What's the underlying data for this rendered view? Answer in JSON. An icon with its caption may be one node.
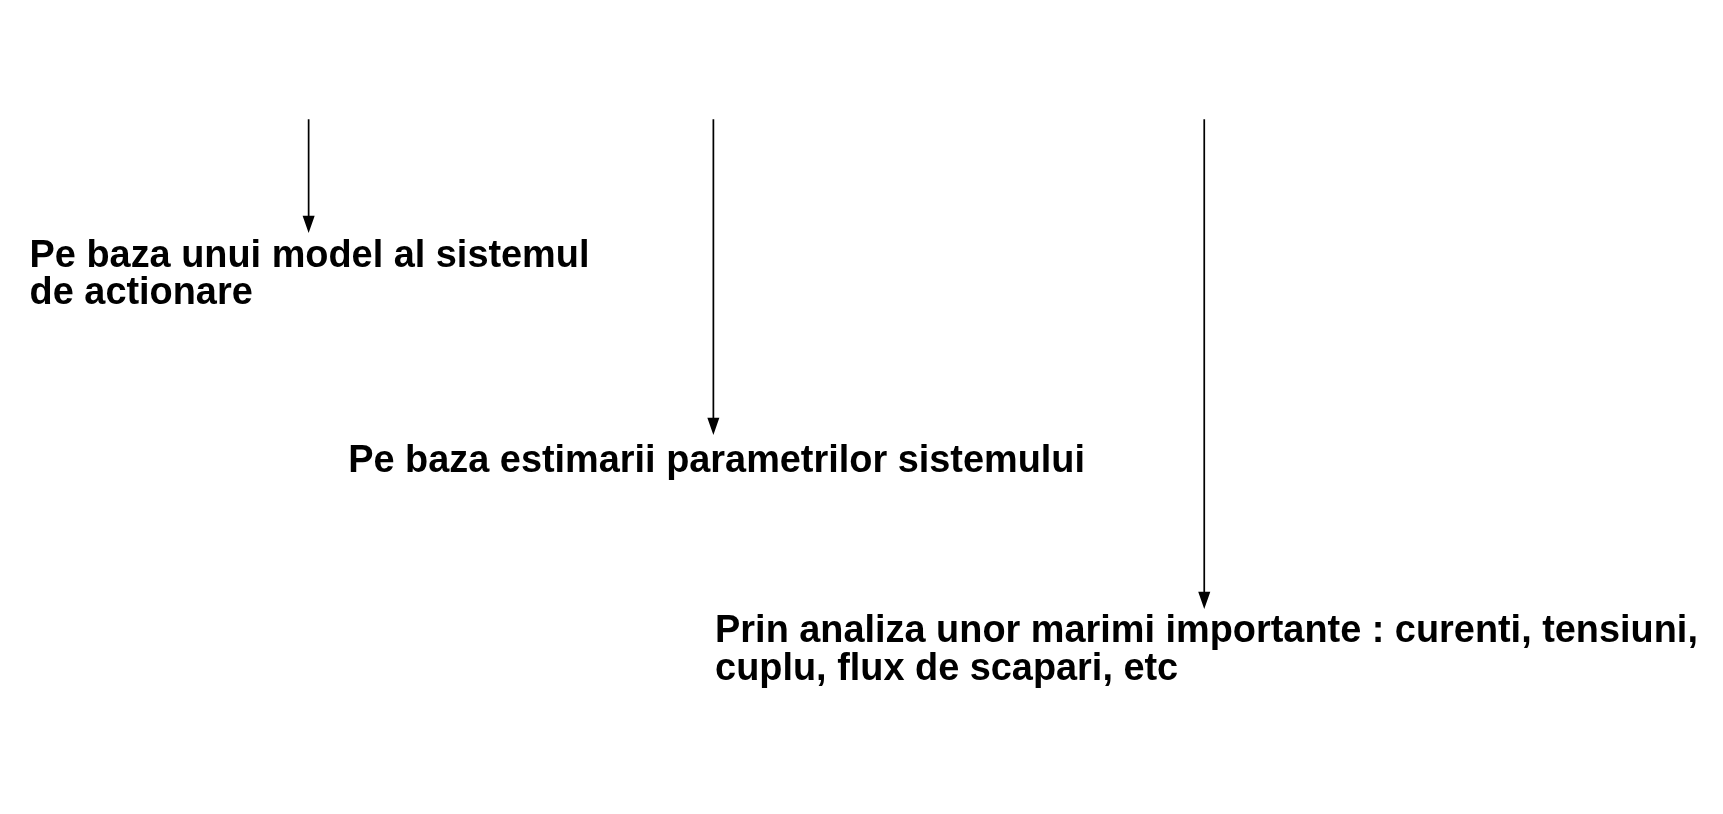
{
  "diagram": {
    "nodes": [
      {
        "text": [
          "Pe baza unui model al sistemul de actionare"
        ]
      },
      {
        "text": [
          "Pe baza estimarii parametrilor sistemului"
        ]
      },
      {
        "text": [
          "Prin analiza unor marimi importante : curenti, tensiuni, cuplu, flux de scapari, etc"
        ]
      }
    ],
    "edges": [
      {
        "from": null,
        "to": 2,
        "arrow": "to"
      },
      {
        "from": null,
        "to": 1,
        "arrow": "to"
      },
      {
        "from": null,
        "to": 0,
        "arrow": "to"
      }
    ]
  }
}
